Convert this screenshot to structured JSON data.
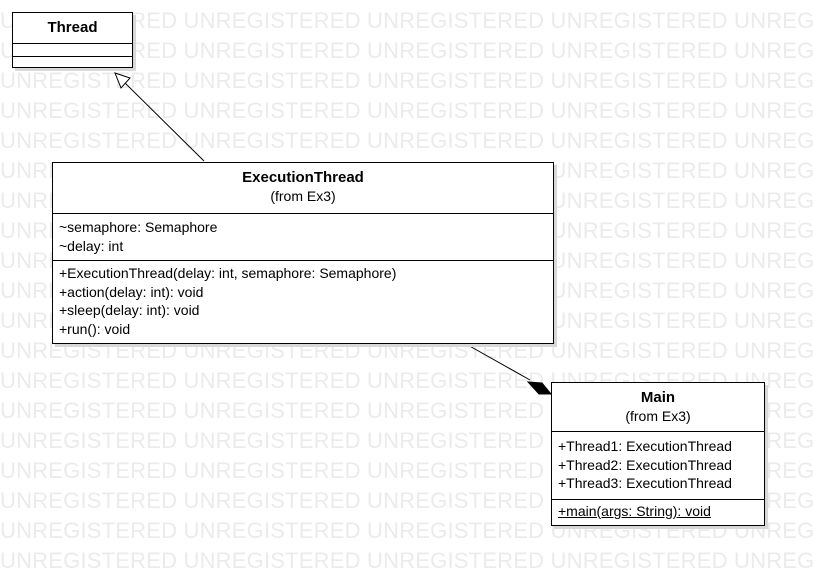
{
  "watermark": {
    "text": "UNREGISTERED"
  },
  "classes": {
    "thread": {
      "name": "Thread"
    },
    "execution_thread": {
      "name": "ExecutionThread",
      "from": "(from Ex3)",
      "attributes": [
        "~semaphore: Semaphore",
        "~delay: int"
      ],
      "operations": [
        "+ExecutionThread(delay: int, semaphore: Semaphore)",
        "+action(delay: int): void",
        "+sleep(delay: int): void",
        "+run(): void"
      ]
    },
    "main": {
      "name": "Main",
      "from": "(from Ex3)",
      "attributes": [
        "+Thread1: ExecutionThread",
        "+Thread2: ExecutionThread",
        "+Thread3: ExecutionThread"
      ],
      "operations": [
        "+main(args: String): void"
      ]
    }
  },
  "relations": [
    {
      "type": "generalization",
      "from": "ExecutionThread",
      "to": "Thread"
    },
    {
      "type": "composition",
      "from": "Main",
      "to": "ExecutionThread"
    }
  ],
  "colors": {
    "line": "#000000",
    "watermark": "#ebebeb",
    "background": "#ffffff"
  }
}
